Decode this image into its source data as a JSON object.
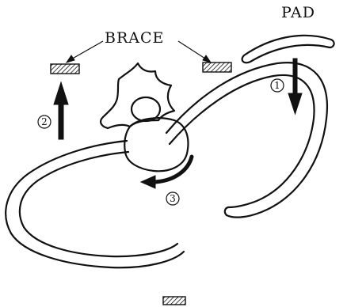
{
  "labels": {
    "pad": "PAD",
    "brace": "BRACE"
  },
  "steps": {
    "step1": "1",
    "step2": "2",
    "step3": "3"
  },
  "colors": {
    "ink": "#111111",
    "background": "#ffffff"
  }
}
